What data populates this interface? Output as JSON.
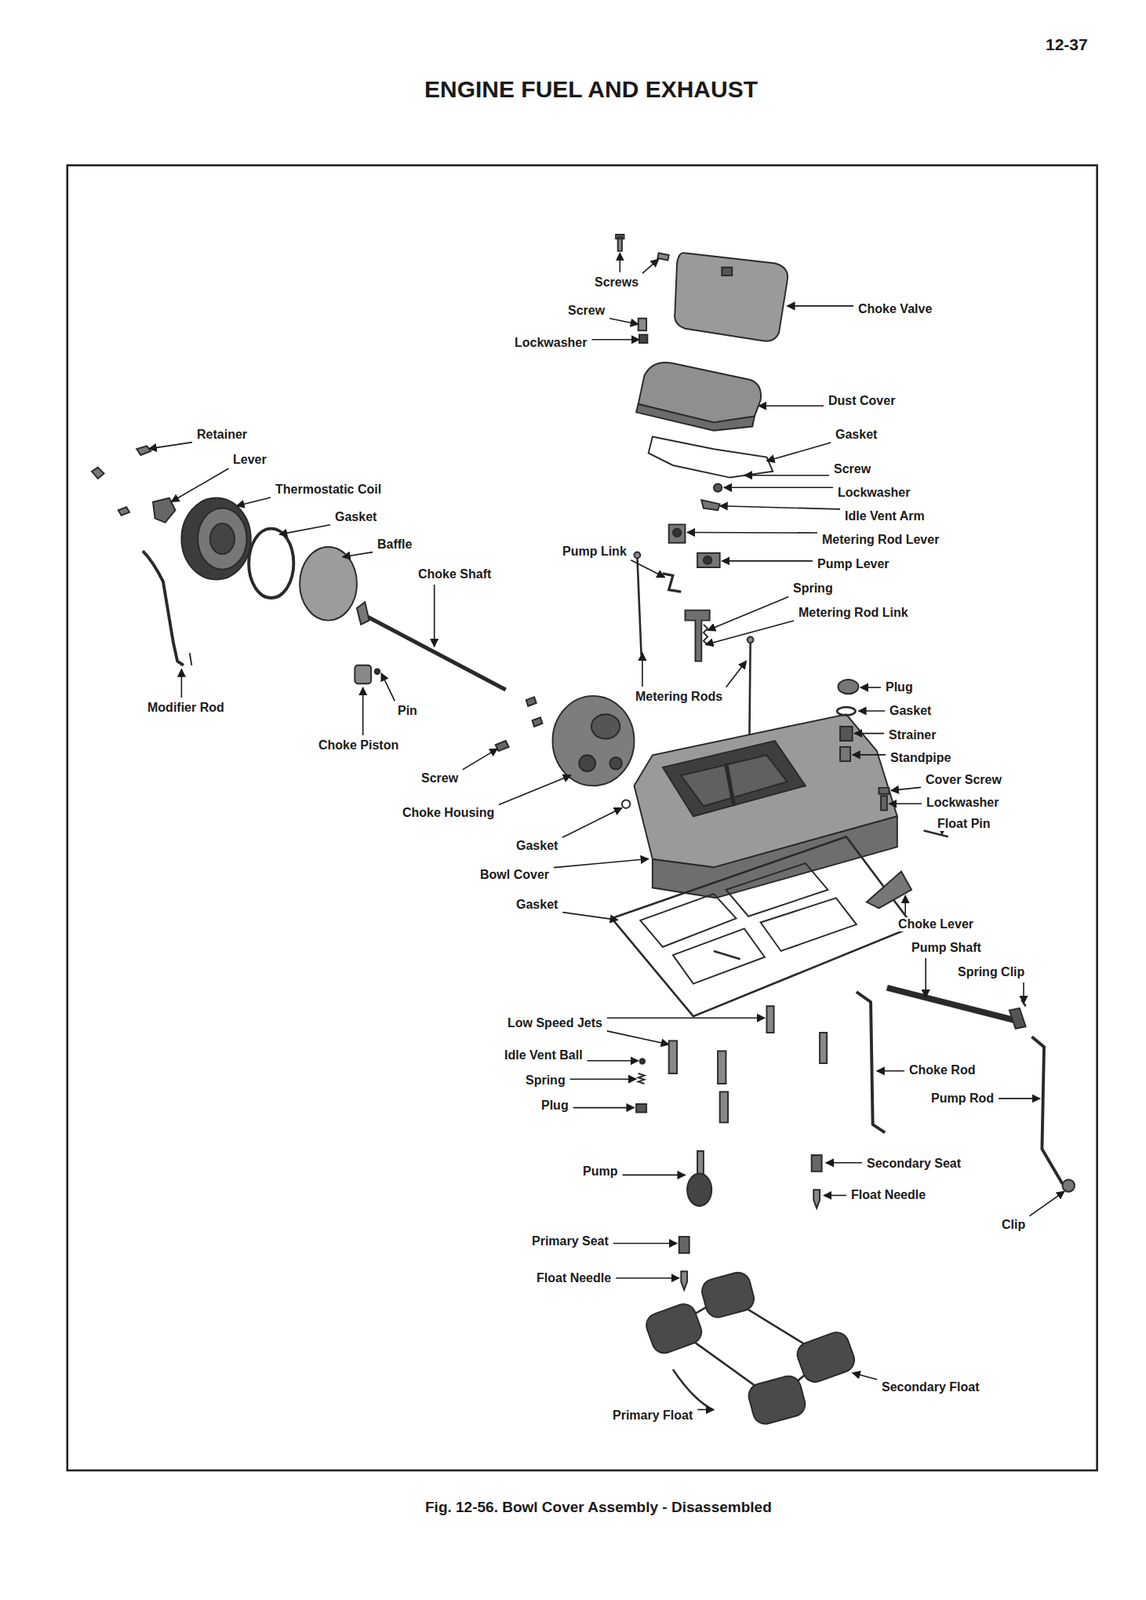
{
  "diagram": {
    "title": "ENGINE FUEL AND EXHAUST",
    "caption": "Fig. 12-56. Bowl Cover Assembly - Disassembled",
    "labels": [
      "12-37",
      "Screws",
      "Screw",
      "Lockwasher",
      "Choke Valve",
      "Dust Cover",
      "Gasket",
      "Screw",
      "Lockwasher",
      "Idle Vent Arm",
      "Metering Rod Lever",
      "Pump Link",
      "Pump Lever",
      "Spring",
      "Metering Rod Link",
      "Retainer",
      "Lever",
      "Thermostatic Coil",
      "Gasket",
      "Baffle",
      "Choke Shaft",
      "Modifier Rod",
      "Pin",
      "Choke Piston",
      "Metering Rods",
      "Plug",
      "Gasket",
      "Strainer",
      "Standpipe",
      "Cover Screw",
      "Lockwasher",
      "Float Pin",
      "Screw",
      "Choke Housing",
      "Gasket",
      "Bowl Cover",
      "Gasket",
      "Choke Lever",
      "Pump Shaft",
      "Spring Clip",
      "Low Speed Jets",
      "Idle Vent Ball",
      "Spring",
      "Plug",
      "Choke Rod",
      "Pump Rod",
      "Pump",
      "Secondary Seat",
      "Float Needle",
      "Clip",
      "Primary Seat",
      "Float Needle",
      "Secondary Float",
      "Primary Float"
    ]
  }
}
